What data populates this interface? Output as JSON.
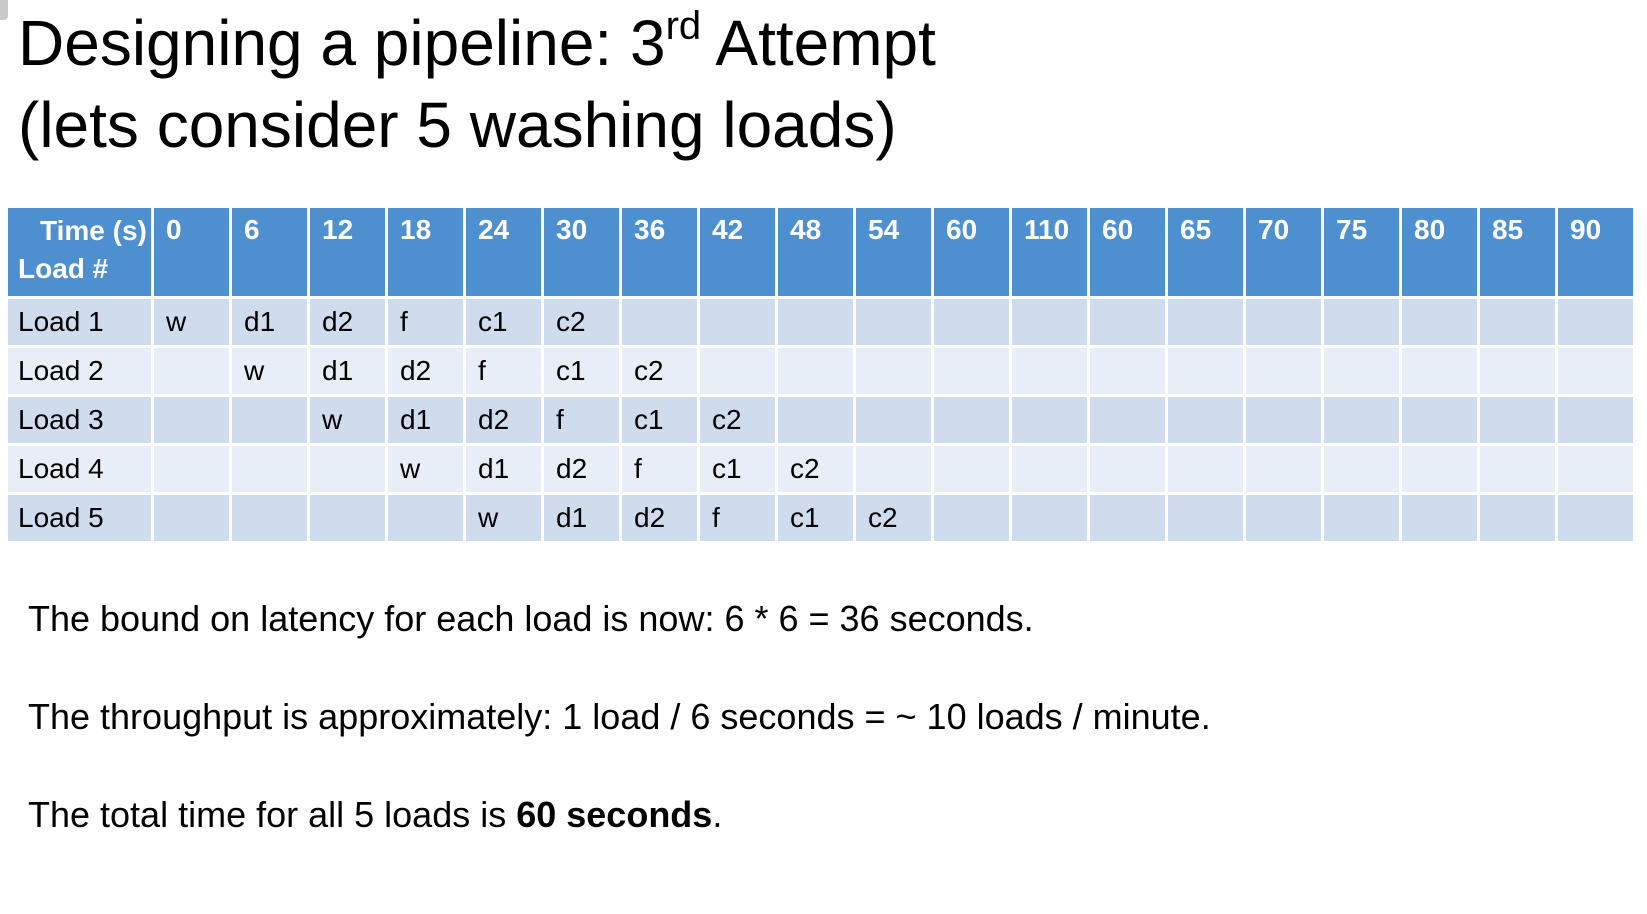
{
  "title": {
    "line1_before": "Designing a pipeline: 3",
    "line1_sup": "rd",
    "line1_after": " Attempt",
    "line2": "(lets consider 5 washing loads)"
  },
  "table": {
    "corner_line1": "Time (s)",
    "corner_line2": "Load #",
    "time_headers": [
      "0",
      "6",
      "12",
      "18",
      "24",
      "30",
      "36",
      "42",
      "48",
      "54",
      "60",
      "110",
      "60",
      "65",
      "70",
      "75",
      "80",
      "85",
      "90"
    ],
    "rows": [
      {
        "label": "Load 1",
        "cells": [
          "w",
          "d1",
          "d2",
          "f",
          "c1",
          "c2",
          "",
          "",
          "",
          "",
          "",
          "",
          "",
          "",
          "",
          "",
          "",
          "",
          ""
        ]
      },
      {
        "label": "Load 2",
        "cells": [
          "",
          "w",
          "d1",
          "d2",
          "f",
          "c1",
          "c2",
          "",
          "",
          "",
          "",
          "",
          "",
          "",
          "",
          "",
          "",
          "",
          ""
        ]
      },
      {
        "label": "Load 3",
        "cells": [
          "",
          "",
          "w",
          "d1",
          "d2",
          "f",
          "c1",
          "c2",
          "",
          "",
          "",
          "",
          "",
          "",
          "",
          "",
          "",
          "",
          ""
        ]
      },
      {
        "label": "Load 4",
        "cells": [
          "",
          "",
          "",
          "w",
          "d1",
          "d2",
          "f",
          "c1",
          "c2",
          "",
          "",
          "",
          "",
          "",
          "",
          "",
          "",
          "",
          ""
        ]
      },
      {
        "label": "Load 5",
        "cells": [
          "",
          "",
          "",
          "",
          "w",
          "d1",
          "d2",
          "f",
          "c1",
          "c2",
          "",
          "",
          "",
          "",
          "",
          "",
          "",
          "",
          ""
        ]
      }
    ]
  },
  "notes": {
    "latency": "The bound on latency for each load is now: 6 * 6 = 36 seconds.",
    "throughput": "The throughput is approximately: 1 load / 6 seconds = ~ 10 loads / minute.",
    "total_prefix": "The total time for all 5 loads is ",
    "total_value": "60 seconds",
    "total_suffix": "."
  },
  "colors": {
    "header_bg": "#4e8fd0",
    "row_odd_bg": "#cfdcee",
    "row_even_bg": "#e8eef7"
  }
}
